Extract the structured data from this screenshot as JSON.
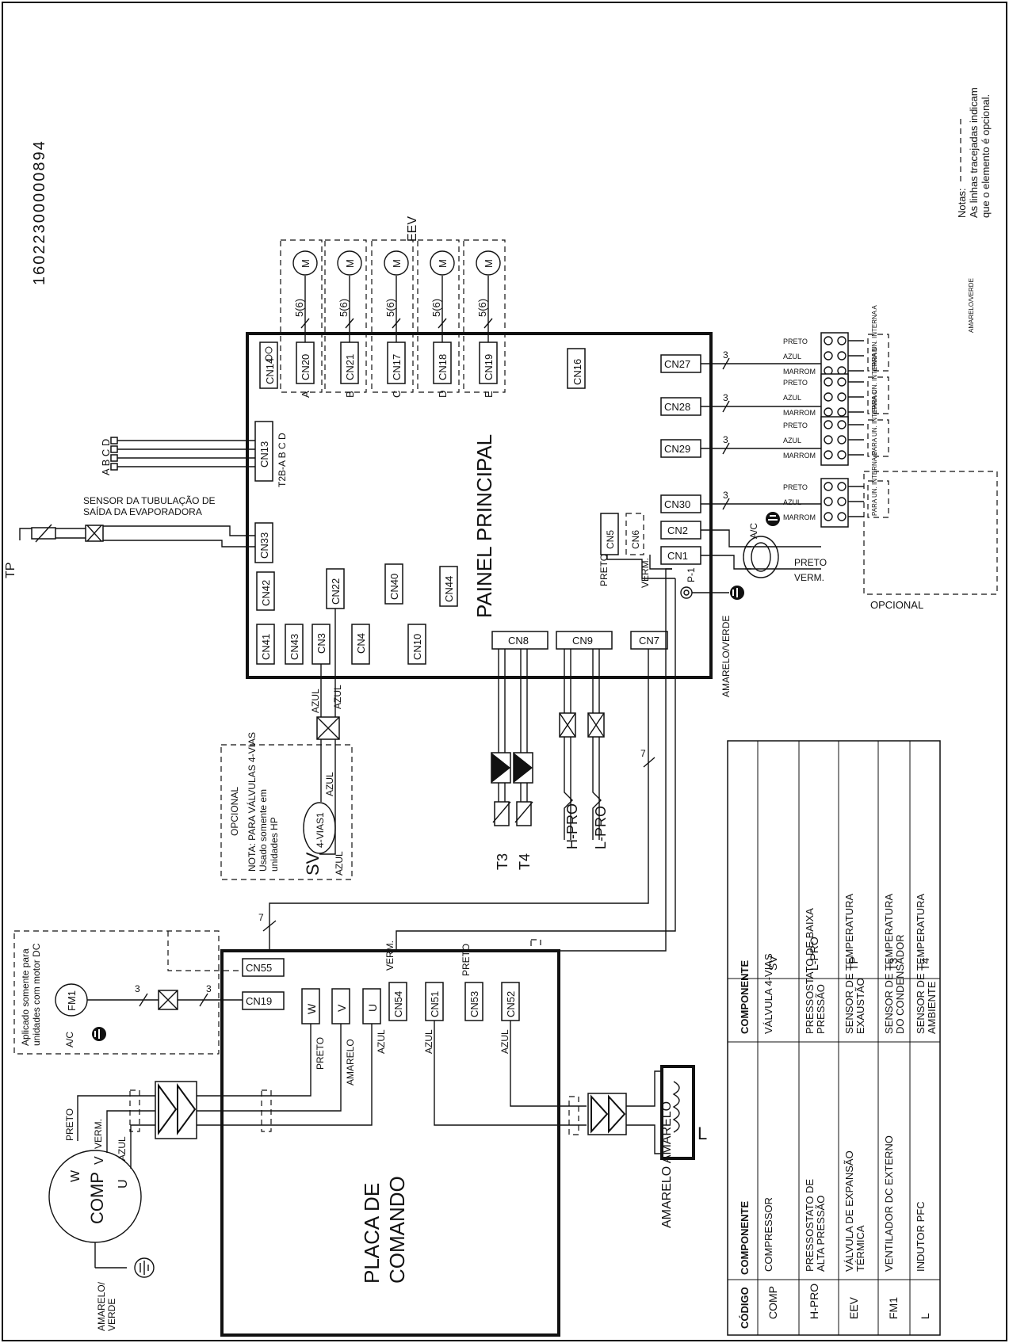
{
  "doc_code": "16022300000894",
  "notes": {
    "label": "Notas:",
    "line1": "As linhas tracejadas indicam",
    "line2": "que o elemento é opcional."
  },
  "main_panel": {
    "title": "PAINEL PRINCIPAL",
    "connectors": [
      "CN14",
      "CN20",
      "CN21",
      "CN17",
      "CN18",
      "CN19",
      "CN16",
      "CN13",
      "CN33",
      "CN42",
      "CN22",
      "CN40",
      "CN44",
      "CN41",
      "CN43",
      "CN3",
      "CN4",
      "CN10",
      "CN8",
      "CN9",
      "CN7",
      "CN27",
      "CN28",
      "CN29",
      "CN30",
      "CN2",
      "CN1",
      "CN5",
      "CN6"
    ],
    "eev_ports": [
      "A",
      "B",
      "C",
      "D",
      "E"
    ],
    "eev_wire_count": "5(6)",
    "eev_label": "EEV",
    "motor_symbol": "M",
    "cn13_pins": "T2B-A B C D",
    "t2b_pins": "A B C D",
    "p1_label": "P-1",
    "preto": "PRETO",
    "verm": "VERM.",
    "ground_label": "AMARELO/VERDE",
    "wire_count_3": "3",
    "wire_count_7": "7"
  },
  "evap_sensor": {
    "line1": "SENSOR DA TUBULAÇÃO DE",
    "line2": "SAÍDA DA EVAPORADORA",
    "tag": "TP"
  },
  "terminals": {
    "wires": [
      "PRETO",
      "AZUL",
      "MARROM"
    ],
    "ac_label": "A/C",
    "optional_label": "OPCIONAL",
    "indoor_labels": [
      "PARA UN. INTERNA D",
      "PARA UN. INTERNA C",
      "PARA UN. INTERNA B",
      "PARA UN. INTERNA A"
    ],
    "ground": "AMARELO/VERDE",
    "preto": "PRETO",
    "verm": "VERM."
  },
  "four_way": {
    "optional": "OPCIONAL",
    "note1": "NOTA: PARA VÁLVULAS 4-VIAS",
    "note2": "Usado somente em",
    "note3": "unidades HP",
    "sv": "SV",
    "coil": "4-VIAS1",
    "wire": "AZUL"
  },
  "sensors": {
    "t3": "T3",
    "t4": "T4",
    "hpro": "H-PRO",
    "lpro": "L-PRO",
    "wire7": "7"
  },
  "control_board": {
    "title1": "PLACA DE",
    "title2": "COMANDO",
    "connectors": [
      "CN55",
      "CN19",
      "W",
      "V",
      "U",
      "CN54",
      "CN51",
      "CN53",
      "CN52"
    ],
    "preto": "PRETO",
    "amarelo": "AMARELO",
    "azul": "AZUL",
    "verm": "VERM."
  },
  "fan": {
    "note1": "Aplicado somente para",
    "note2": "unidades com motor DC",
    "tag": "FM1",
    "ac": "A/C",
    "count": "3"
  },
  "compressor": {
    "tag": "COMP",
    "w": "W",
    "v": "V",
    "u": "U",
    "preto": "PRETO",
    "verm": "VERM.",
    "azul": "AZUL",
    "ground1": "AMARELO/",
    "ground2": "VERDE"
  },
  "inductor": {
    "tag": "L",
    "wire": "AMARELO AMARELO"
  },
  "legend": {
    "h_code": "CÓDIGO",
    "h_comp": "COMPONENTE",
    "rows": [
      {
        "c1": "COMP",
        "n1": "COMPRESSOR",
        "n1b": "",
        "c2": "SV",
        "n2": "VÁLVULA 4-VIAS",
        "n2b": ""
      },
      {
        "c1": "H-PRO",
        "n1": "PRESSOSTATO DE",
        "n1b": "ALTA PRESSÃO",
        "c2": "L-PRO",
        "n2": "PRESSOSTATO DE BAIXA",
        "n2b": "PRESSÃO"
      },
      {
        "c1": "EEV",
        "n1": "VÁLVULA DE EXPANSÃO",
        "n1b": "TÉRMICA",
        "c2": "TP",
        "n2": "SENSOR DE TEMPERATURA",
        "n2b": "EXAUSTÃO"
      },
      {
        "c1": "FM1",
        "n1": "VENTILADOR DC EXTERNO",
        "n1b": "",
        "c2": "T3",
        "n2": "SENSOR DE TEMPERATURA",
        "n2b": "DO CONDENSADOR"
      },
      {
        "c1": "L",
        "n1": "INDUTOR PFC",
        "n1b": "",
        "c2": "T4",
        "n2": "SENSOR DE TEMPERATURA",
        "n2b": "AMBIENTE"
      }
    ]
  }
}
